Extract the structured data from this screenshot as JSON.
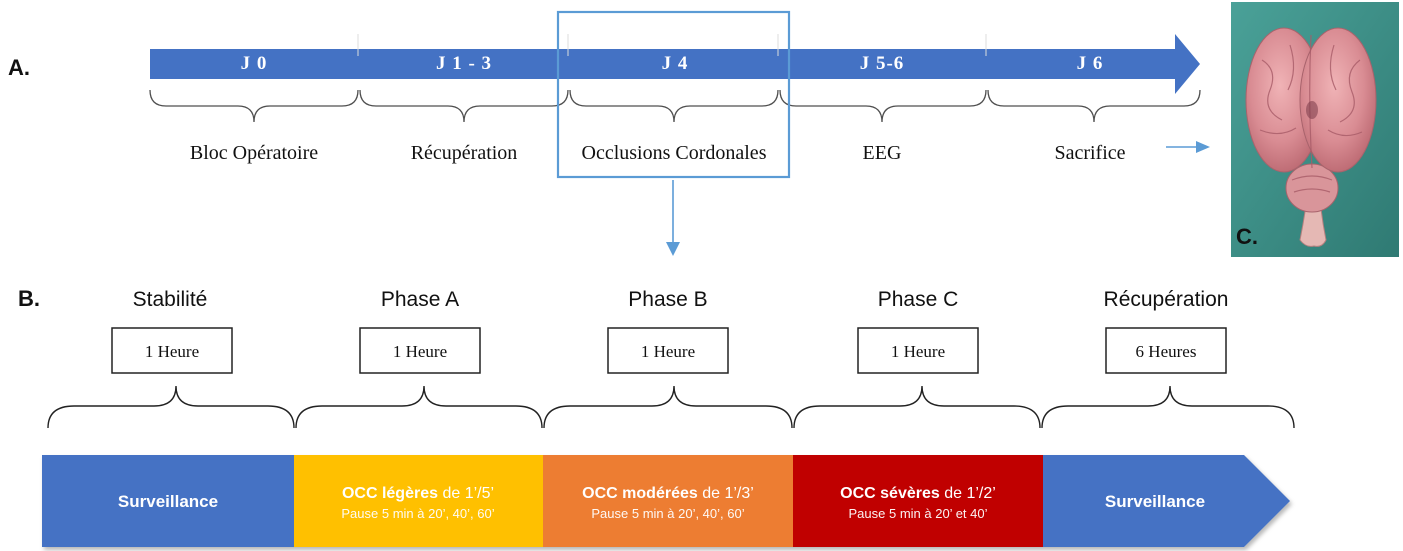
{
  "panels": {
    "a": "A.",
    "b": "B.",
    "c": "C."
  },
  "colors": {
    "timeline_blue": "#4472C4",
    "highlight_box": "#5B9BD5",
    "phase_a": "#FFC000",
    "phase_b": "#ED7D31",
    "phase_c": "#C00000",
    "surveillance": "#4472C4",
    "tissue": "#D98C93",
    "photo_bg": "#3E8F87"
  },
  "timeline_a": {
    "days": [
      "J 0",
      "J 1 - 3",
      "J 4",
      "J 5-6",
      "J 6"
    ],
    "stages": [
      "Bloc Opératoire",
      "Récupération",
      "Occlusions Cordonales",
      "EEG",
      "Sacrifice"
    ],
    "highlighted_index": 2
  },
  "timeline_b": {
    "phases": [
      {
        "title": "Stabilité",
        "duration": "1 Heure"
      },
      {
        "title": "Phase A",
        "duration": "1 Heure"
      },
      {
        "title": "Phase B",
        "duration": "1 Heure"
      },
      {
        "title": "Phase C",
        "duration": "1 Heure"
      },
      {
        "title": "Récupération",
        "duration": "6 Heures"
      }
    ],
    "segments": [
      {
        "label": "Surveillance"
      },
      {
        "bold": "OCC légères",
        "rest": " de 1’/5’",
        "sub": "Pause 5 min à 20’, 40’, 60’"
      },
      {
        "bold": "OCC modérées",
        "rest": " de 1’/3’",
        "sub": "Pause 5 min à 20’, 40’, 60’"
      },
      {
        "bold": "OCC sévères",
        "rest": " de 1’/2’",
        "sub": "Pause 5 min à 20’ et 40’"
      },
      {
        "label": "Surveillance"
      }
    ]
  },
  "photo": {
    "icon": "brain-specimen-photo"
  }
}
